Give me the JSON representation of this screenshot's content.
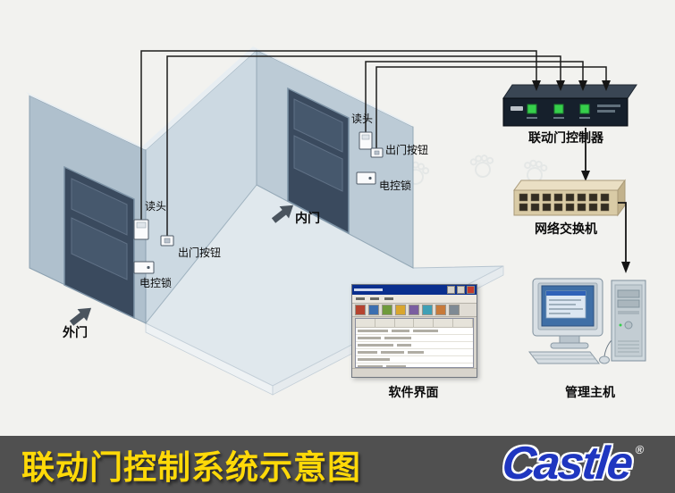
{
  "diagram": {
    "outer_door": {
      "label": "外门",
      "reader": "读头",
      "exit_button": "出门按钮",
      "lock": "电控锁"
    },
    "inner_door": {
      "label": "内门",
      "reader": "读头",
      "exit_button": "出门按钮",
      "lock": "电控锁"
    },
    "controller_label": "联动门控制器",
    "switch_label": "网络交换机",
    "software_label": "软件界面",
    "host_label": "管理主机"
  },
  "footer": {
    "title": "联动门控制系统示意图",
    "logo": "Castle",
    "registered": "®"
  },
  "colors": {
    "wall": "#afc0cd",
    "wall_receding": "#ccd9e2",
    "wall_inner": "#bccbd6",
    "floor": "#e0e8ed",
    "door": "#3a4a5e",
    "led_green": "#36cf4b",
    "footer_bg": "#505050",
    "title_yellow": "#ffd908",
    "logo_blue": "#1f36c0"
  }
}
